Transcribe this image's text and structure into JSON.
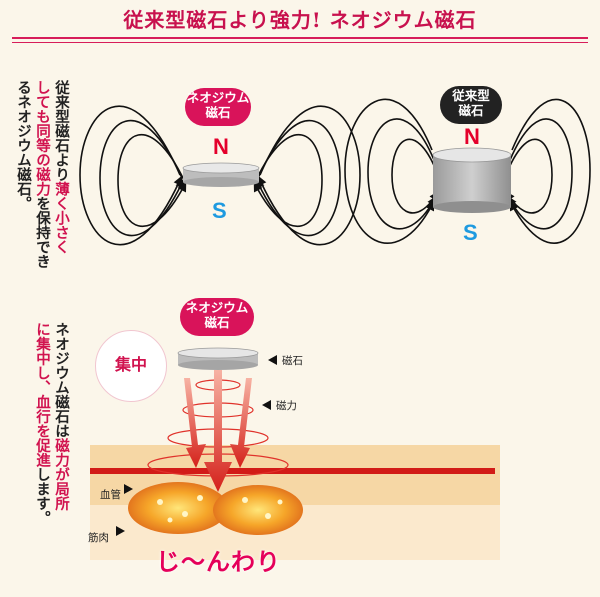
{
  "title": "従来型磁石より強力! ネオジウム磁石",
  "top_desc": {
    "line1": "従来型磁石より",
    "line1_hl": "薄く小さく",
    "line2_hl": "しても同等の磁力",
    "line2": "を保持でき",
    "line3": "るネオジウム磁石。"
  },
  "neo_badge": {
    "line1": "ネオジウム",
    "line2": "磁石"
  },
  "conv_badge": {
    "line1": "従来型",
    "line2": "磁石"
  },
  "poles": {
    "north": "N",
    "south": "S"
  },
  "lower_badge": {
    "line1": "ネオジウム",
    "line2": "磁石"
  },
  "concentrate_label": "集中",
  "lower_desc": {
    "line1": "ネオジウム磁石は",
    "line1_hl": "磁力が局所",
    "line2_hl": "に集中し、血行を促進",
    "line2": "します。"
  },
  "labels": {
    "magnet": "磁石",
    "force": "磁力",
    "blood_vessel": "血管",
    "muscle": "筋肉"
  },
  "effect": "じ～んわり",
  "colors": {
    "accent": "#d1134f",
    "north": "#e4002b",
    "south": "#1e9ae0",
    "skin": "#f6d7a5"
  }
}
